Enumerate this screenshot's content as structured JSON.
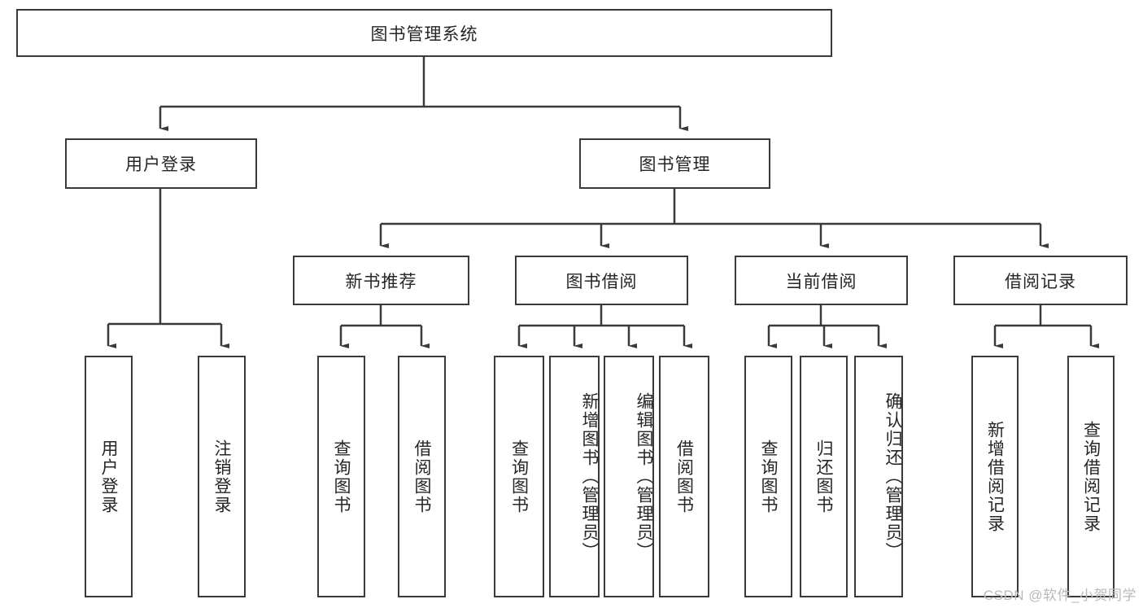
{
  "diagram": {
    "type": "hierarchy-tree",
    "title": "图书管理系统",
    "watermark": "CSDN @软件_小贺同学",
    "root": {
      "label": "图书管理系统"
    },
    "level2": [
      {
        "label": "用户登录"
      },
      {
        "label": "图书管理"
      }
    ],
    "level3": [
      {
        "label": "新书推荐"
      },
      {
        "label": "图书借阅"
      },
      {
        "label": "当前借阅"
      },
      {
        "label": "借阅记录"
      }
    ],
    "leaves_user_login": [
      {
        "label": "用户登录"
      },
      {
        "label": "注销登录"
      }
    ],
    "leaves_new_books": [
      {
        "label": "查询图书"
      },
      {
        "label": "借阅图书"
      }
    ],
    "leaves_borrow": [
      {
        "label": "查询图书"
      },
      {
        "label": "新增图书（管理员）"
      },
      {
        "label": "编辑图书（管理员）"
      },
      {
        "label": "借阅图书"
      }
    ],
    "leaves_current": [
      {
        "label": "查询图书"
      },
      {
        "label": "归还图书"
      },
      {
        "label": "确认归还（管理员）"
      }
    ],
    "leaves_records": [
      {
        "label": "新增借阅记录"
      },
      {
        "label": "查询借阅记录"
      }
    ],
    "colors": {
      "stroke": "#3a3a3a",
      "fill": "#ffffff",
      "text": "#262626",
      "watermark": "#b9b9b9"
    }
  }
}
